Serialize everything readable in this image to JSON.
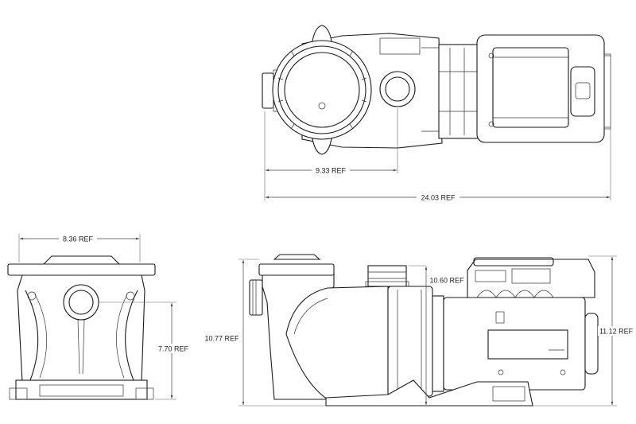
{
  "dimensions": {
    "top_inlet": "9.33 REF",
    "top_overall_length": "24.03 REF",
    "end_width": "8.36 REF",
    "end_height": "7.70 REF",
    "side_overall_height": "10.77 REF",
    "side_strainer_height": "10.60 REF",
    "side_motor_height": "11.12 REF"
  }
}
